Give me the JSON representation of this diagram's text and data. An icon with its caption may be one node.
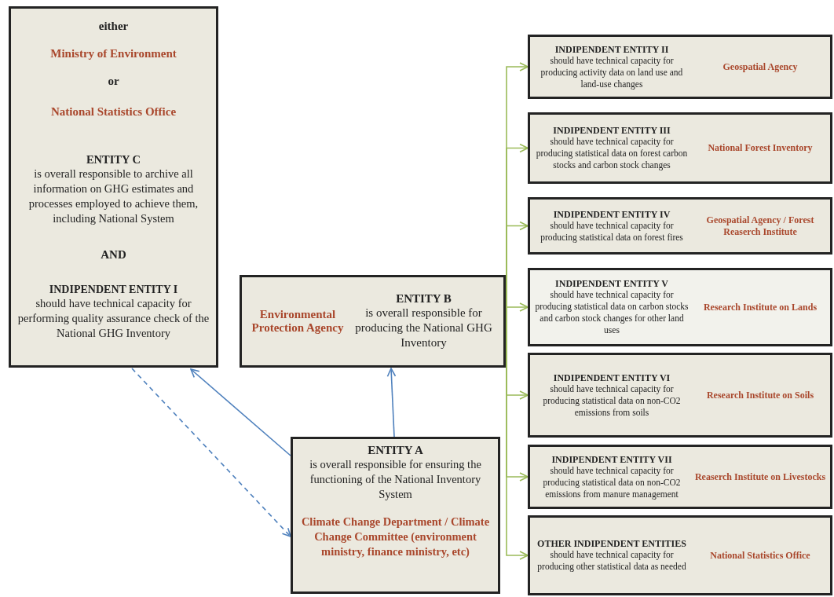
{
  "diagram": {
    "nodes": [
      {
        "text": [
          "either",
          "Ministry of Environment",
          "or",
          "National Statistics Office",
          "ENTITY C",
          "is overall responsible to archive all information on GHG estimates and processes employed to achieve them, including National System",
          "AND",
          "INDIPENDENT ENTITY I",
          "should have technical capacity for performing quality assurance check of the National GHG Inventory"
        ]
      },
      {
        "text": [
          "Environmental Protection Agency",
          "ENTITY B",
          "is overall responsible for producing the National GHG Inventory"
        ]
      },
      {
        "text": [
          "ENTITY A",
          "is overall responsible for ensuring the functioning of the National Inventory System",
          "Climate Change Department / Climate Change Committee (environment ministry, finance ministry, etc)"
        ]
      },
      {
        "text": [
          "INDIPENDENT ENTITY II",
          "should have technical capacity for producing activity data on land use and land-use changes",
          "Geospatial Agency"
        ]
      },
      {
        "text": [
          "INDIPENDENT ENTITY III",
          "should have technical capacity for producing statistical data on forest carbon stocks and carbon stock changes",
          "National Forest Inventory"
        ]
      },
      {
        "text": [
          "INDIPENDENT ENTITY IV",
          "should have technical capacity for producing statistical data on forest fires",
          "Geospatial Agency / Forest Reaserch Institute"
        ]
      },
      {
        "text": [
          "INDIPENDENT ENTITY V",
          "should have technical capacity for producing statistical data on carbon stocks and carbon stock changes for other land uses",
          "Research Institute on Lands"
        ]
      },
      {
        "text": [
          "INDIPENDENT ENTITY VI",
          "should have technical capacity for producing statistical data on non-CO2 emissions from soils",
          "Research Institute on Soils"
        ]
      },
      {
        "text": [
          "INDIPENDENT ENTITY VII",
          "should have technical capacity for producing statistical data on non-CO2 emissions from manure management",
          "Reaserch Institute on Livestocks"
        ]
      },
      {
        "text": [
          "OTHER INDIPENDENT ENTITIES",
          "should have technical capacity for producing other statistical data as needed",
          "National Statistics Office"
        ]
      }
    ],
    "edges": [
      {
        "from": 2,
        "to": 0,
        "arrow": "to",
        "color": "#4f81bd"
      },
      {
        "from": 0,
        "to": 2,
        "arrow": "to",
        "style": "dashed",
        "color": "#4f81bd"
      },
      {
        "from": 2,
        "to": 1,
        "arrow": "to",
        "color": "#4f81bd"
      },
      {
        "from": 1,
        "to": 3,
        "arrow": "to"
      },
      {
        "from": 1,
        "to": 4,
        "arrow": "to"
      },
      {
        "from": 1,
        "to": 5,
        "arrow": "to"
      },
      {
        "from": 1,
        "to": 6,
        "arrow": "to"
      },
      {
        "from": 1,
        "to": 7,
        "arrow": "to"
      },
      {
        "from": 1,
        "to": 8,
        "arrow": "to"
      },
      {
        "from": 1,
        "to": 9,
        "arrow": "to"
      }
    ]
  }
}
